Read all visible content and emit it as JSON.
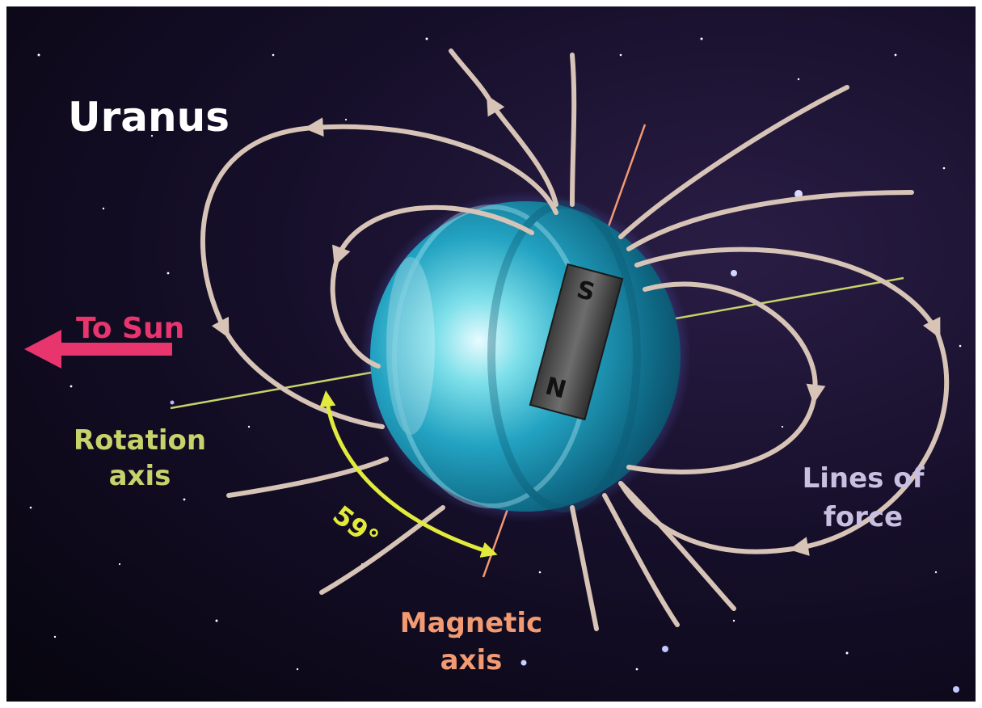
{
  "title": "Uranus",
  "labels": {
    "to_sun": "To Sun",
    "rotation_axis_line1": "Rotation",
    "rotation_axis_line2": "axis",
    "angle": "59°",
    "magnetic_axis_line1": "Magnetic",
    "magnetic_axis_line2": "axis",
    "lines_of_force_line1": "Lines of",
    "lines_of_force_line2": "force",
    "magnet_south": "S",
    "magnet_north": "N"
  },
  "colors": {
    "title": "#ffffff",
    "to_sun": "#e8356e",
    "rotation_axis": "#c6d26a",
    "angle": "#e2ea3c",
    "magnetic_axis": "#f29a72",
    "lines_of_force": "#d7c4b6",
    "lines_of_force_text": "#c9bfe0"
  }
}
